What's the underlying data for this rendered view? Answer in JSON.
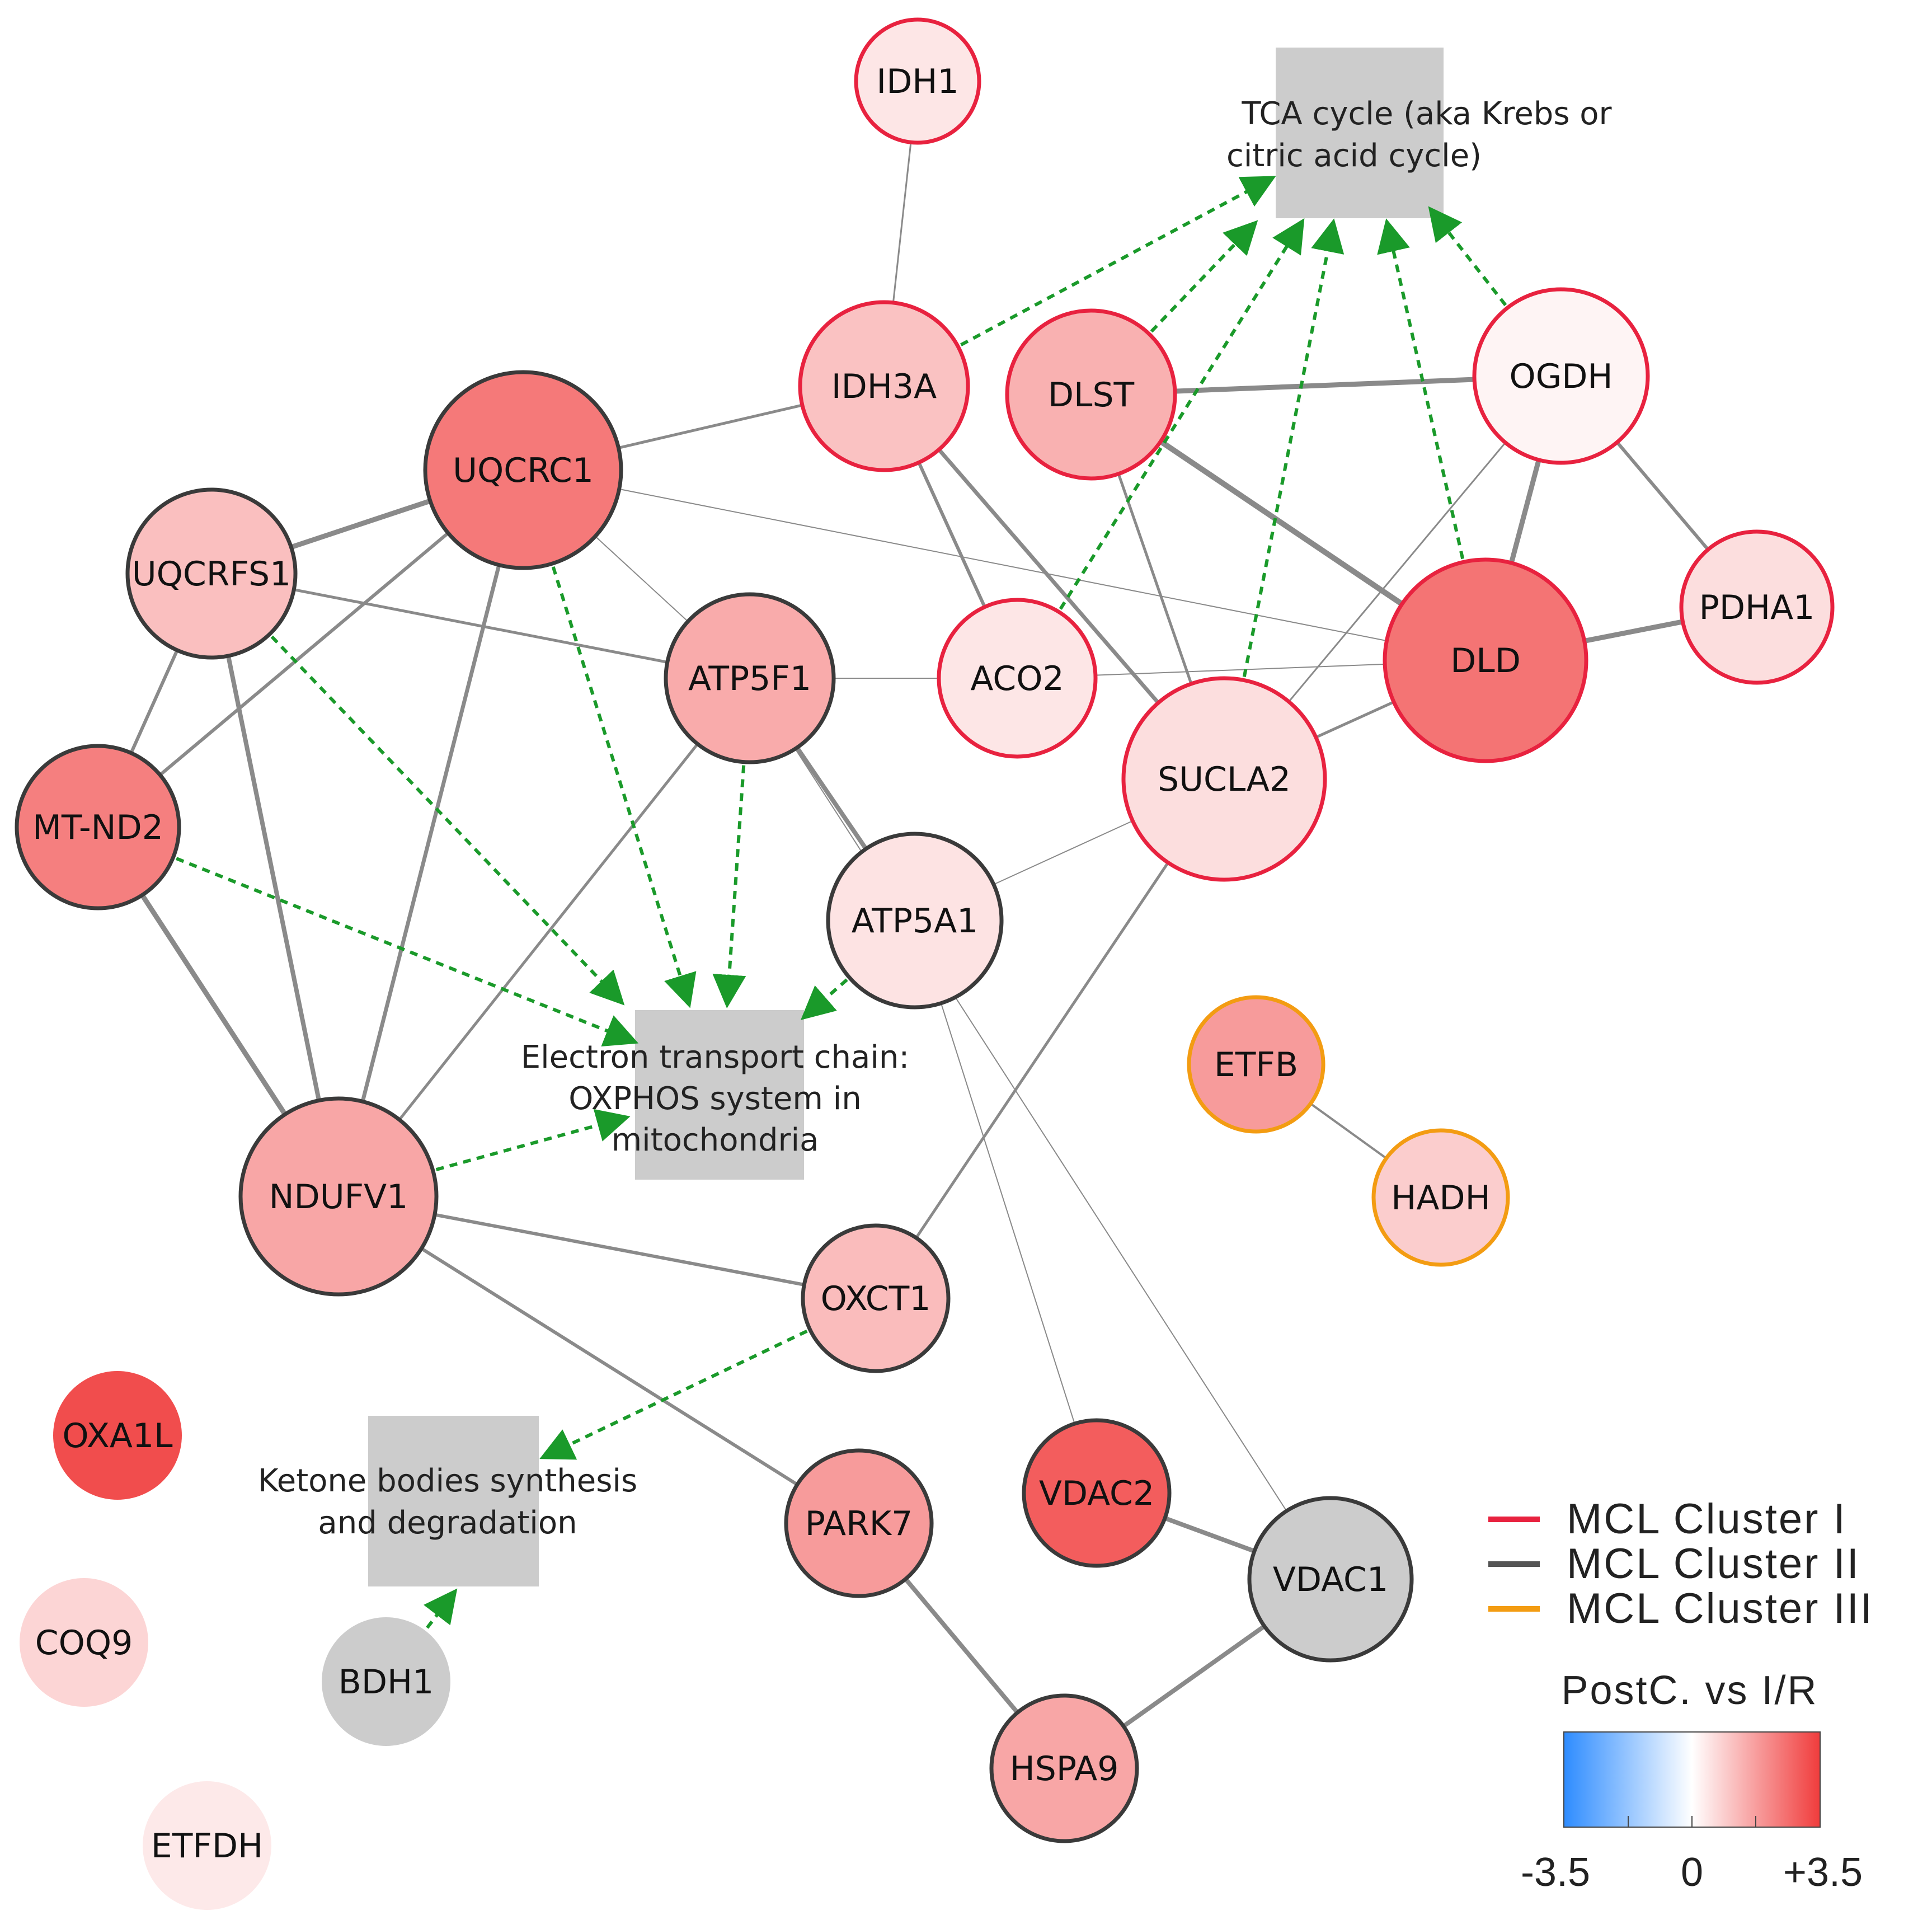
{
  "nodes": [
    {
      "id": "IDH1",
      "label": "IDH1",
      "cluster": "I",
      "fc": 0.45
    },
    {
      "id": "IDH3A",
      "label": "IDH3A",
      "cluster": "I",
      "fc": 1.1
    },
    {
      "id": "DLST",
      "label": "DLST",
      "cluster": "I",
      "fc": 1.4
    },
    {
      "id": "OGDH",
      "label": "OGDH",
      "cluster": "I",
      "fc": 0.2
    },
    {
      "id": "UQCRC1",
      "label": "UQCRC1",
      "cluster": "II",
      "fc": 2.4
    },
    {
      "id": "UQCRFS1",
      "label": "UQCRFS1",
      "cluster": "II",
      "fc": 1.15
    },
    {
      "id": "ATP5F1",
      "label": "ATP5F1",
      "cluster": "II",
      "fc": 1.5
    },
    {
      "id": "ACO2",
      "label": "ACO2",
      "cluster": "I",
      "fc": 0.45
    },
    {
      "id": "DLD",
      "label": "DLD",
      "cluster": "I",
      "fc": 2.5
    },
    {
      "id": "PDHA1",
      "label": "PDHA1",
      "cluster": "I",
      "fc": 0.6
    },
    {
      "id": "SUCLA2",
      "label": "SUCLA2",
      "cluster": "I",
      "fc": 0.6
    },
    {
      "id": "MT-ND2",
      "label": "MT-ND2",
      "cluster": "II",
      "fc": 2.3
    },
    {
      "id": "ATP5A1",
      "label": "ATP5A1",
      "cluster": "II",
      "fc": 0.5
    },
    {
      "id": "NDUFV1",
      "label": "NDUFV1",
      "cluster": "II",
      "fc": 1.6
    },
    {
      "id": "OXCT1",
      "label": "OXCT1",
      "cluster": "II",
      "fc": 1.2
    },
    {
      "id": "ETFB",
      "label": "ETFB",
      "cluster": "III",
      "fc": 1.8
    },
    {
      "id": "HADH",
      "label": "HADH",
      "cluster": "III",
      "fc": 0.9
    },
    {
      "id": "OXA1L",
      "label": "OXA1L",
      "cluster": "none",
      "fc": 3.2
    },
    {
      "id": "COQ9",
      "label": "COQ9",
      "cluster": "none",
      "fc": 0.75
    },
    {
      "id": "ETFDH",
      "label": "ETFDH",
      "cluster": "none",
      "fc": 0.4
    },
    {
      "id": "BDH1",
      "label": "BDH1",
      "cluster": "none",
      "fc": null
    },
    {
      "id": "PARK7",
      "label": "PARK7",
      "cluster": "II",
      "fc": 1.8
    },
    {
      "id": "VDAC2",
      "label": "VDAC2",
      "cluster": "II",
      "fc": 2.9
    },
    {
      "id": "VDAC1",
      "label": "VDAC1",
      "cluster": "II",
      "fc": null
    },
    {
      "id": "HSPA9",
      "label": "HSPA9",
      "cluster": "II",
      "fc": 1.6
    }
  ],
  "pathways": [
    {
      "id": "TCA",
      "lines": [
        "TCA cycle (aka Krebs or",
        "citric acid cycle)"
      ]
    },
    {
      "id": "ETC",
      "lines": [
        "Electron transport chain:",
        "OXPHOS system in",
        "mitochondria"
      ]
    },
    {
      "id": "KET",
      "lines": [
        "Ketone bodies synthesis",
        "and degradation"
      ]
    }
  ],
  "legend": {
    "clusters": [
      {
        "label": "MCL Cluster I",
        "color": "#e8223f"
      },
      {
        "label": "MCL Cluster II",
        "color": "#555555"
      },
      {
        "label": "MCL Cluster III",
        "color": "#f39c12"
      }
    ],
    "scale": {
      "title": "PostC. vs I/R",
      "min_label": "-3.5",
      "mid_label": "0",
      "max_label": "+3.5",
      "colors": [
        "#2e8cff",
        "#ffffff",
        "#f03c3c"
      ]
    }
  },
  "colors": {
    "cluster_I_border": "#e8223f",
    "cluster_II_border": "#3a3a3a",
    "cluster_III_border": "#f39c12",
    "neutral_fill": "#cccccc",
    "edge": "#8a8a8a",
    "pathway_arrow": "#1a9a2a",
    "pathway_box": "#cccccc"
  }
}
